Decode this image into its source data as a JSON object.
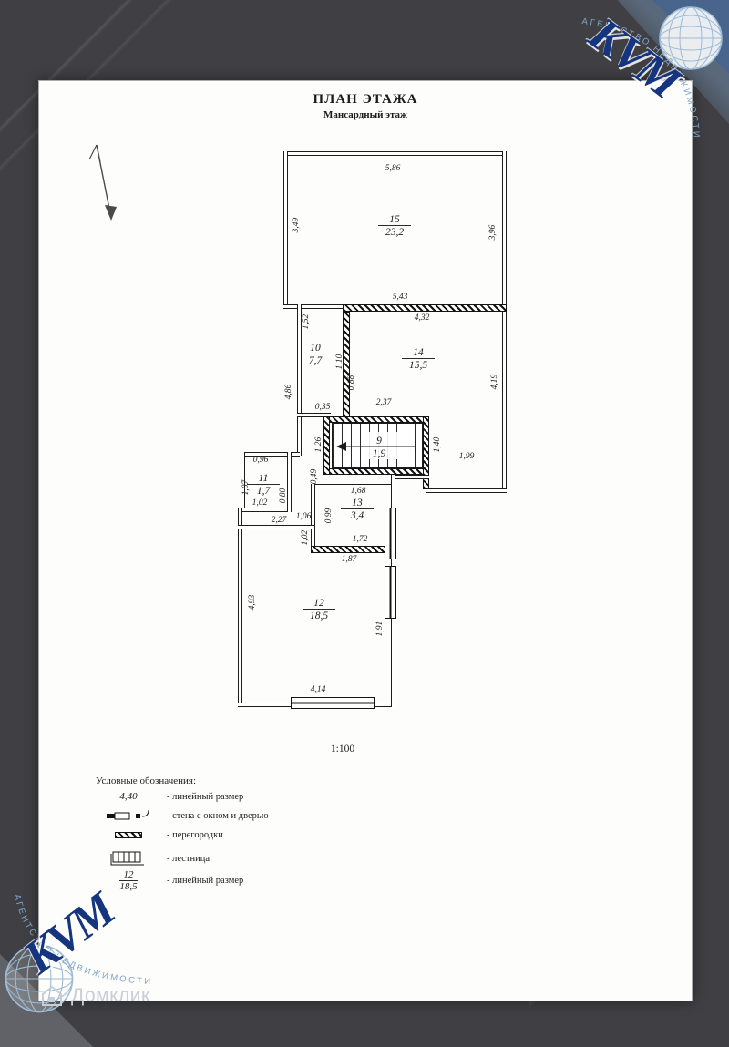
{
  "doc": {
    "title": "ПЛАН ЭТАЖА",
    "subtitle": "Мансардный этаж",
    "scale": "1:100"
  },
  "rooms": [
    {
      "num": "15",
      "area": "23,2"
    },
    {
      "num": "10",
      "area": "7,7"
    },
    {
      "num": "14",
      "area": "15,5"
    },
    {
      "num": "9",
      "area": "1,9"
    },
    {
      "num": "11",
      "area": "1,7"
    },
    {
      "num": "13",
      "area": "3,4"
    },
    {
      "num": "12",
      "area": "18,5"
    }
  ],
  "dims": [
    "5,86",
    "3,49",
    "3,96",
    "5,43",
    "1,52",
    "4,32",
    "1,10",
    "0,88",
    "4,86",
    "4,19",
    "0,35",
    "2,37",
    "1,26",
    "1,40",
    "1,99",
    "0,49",
    "0,96",
    "1,07",
    "1,02",
    "0,80",
    "1,68",
    "1,06",
    "0,99",
    "2,27",
    "1,02",
    "1,72",
    "1,87",
    "4,93",
    "1,91",
    "4,14"
  ],
  "legend": {
    "header": "Условные обозначения:",
    "items": [
      {
        "symbol": "4,40",
        "label": "- линейный размер"
      },
      {
        "label": "- стена с окном и дверью"
      },
      {
        "label": "- перегородки"
      },
      {
        "label": "- лестница"
      },
      {
        "symbol_num": "12",
        "symbol_area": "18,5",
        "label": "- линейный размер"
      }
    ]
  },
  "brand": {
    "name": "KVM",
    "arc_text": "АГЕНТСТВО НЕДВИЖИМОСТИ"
  },
  "footer": {
    "brand": "Домклик"
  },
  "colors": {
    "brand_blue": "#16357f",
    "arc_blue": "#7ea6c9",
    "backdrop": "#404044",
    "paper": "#fdfdfc"
  }
}
